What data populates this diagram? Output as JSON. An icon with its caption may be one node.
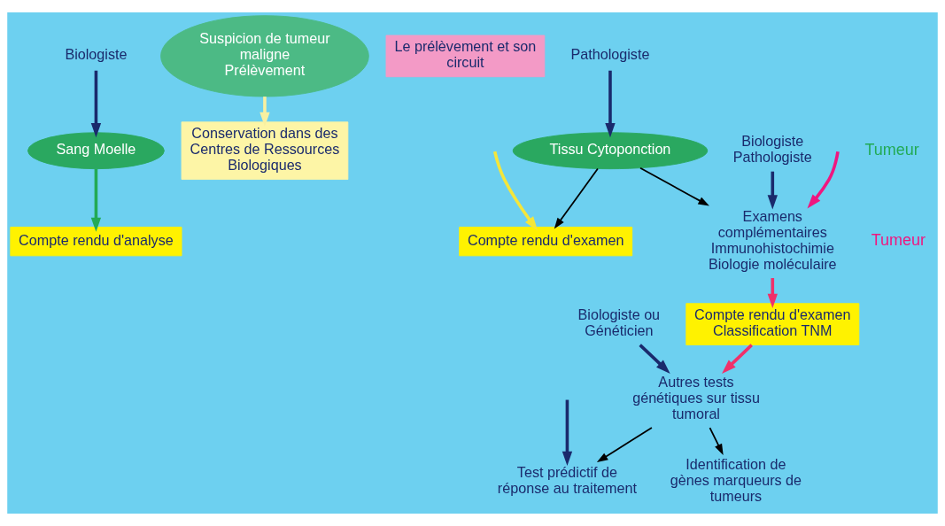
{
  "diagram": {
    "nodes": [
      {
        "text": [
          "Biologiste"
        ]
      },
      {
        "text": [
          "Sang Moelle"
        ]
      },
      {
        "text": [
          "Suspicion de tumeur maligne",
          "Prélèvement"
        ]
      },
      {
        "text": [
          "Compte rendu d'analyse"
        ]
      },
      {
        "text": [
          "Le prélèvement et son circuit"
        ]
      },
      {
        "text": [
          "Tissu Cytoponction"
        ]
      },
      {
        "text": [
          "Compte rendu d'examen"
        ]
      },
      {
        "text": [
          "Examens complémentaires Immunohistochimie Biologie moléculaire"
        ]
      },
      {
        "text": [
          "Compte rendu d'examen Classification TNM"
        ]
      },
      {
        "text": [
          "Autres tests génétiques sur tissu tumoral"
        ]
      },
      {
        "text": [
          "Identification de gènes marqueurs de tumeurs"
        ]
      },
      {
        "text": [
          "Test prédictif de réponse au traitement"
        ]
      },
      {
        "text": [
          "Conservation dans des Centres de Ressources Biologiques"
        ]
      },
      {
        "text": [
          "Pathologiste"
        ]
      },
      {
        "text": [
          "Biologiste Pathologiste"
        ]
      },
      {
        "text": [
          "Biologiste ou Généticien"
        ]
      }
    ],
    "edges": [
      {
        "from": 0,
        "to": 1,
        "arrow": "to",
        "color": "#1a2a6c"
      },
      {
        "from": 1,
        "to": 3,
        "arrow": "to",
        "color": "#22aa55"
      },
      {
        "from": null,
        "to": 6,
        "arrow": "to",
        "color": "#f5e63a"
      },
      {
        "from": 5,
        "to": 6,
        "arrow": "to",
        "color": "#000000"
      },
      {
        "from": 5,
        "to": 7,
        "arrow": "to",
        "color": "#000000"
      },
      {
        "from": null,
        "to": 7,
        "arrow": "to",
        "color": "#f0167f"
      },
      {
        "from": 2,
        "to": 12,
        "arrow": "to",
        "color": "#f8f0a0"
      },
      {
        "from": 13,
        "to": 5,
        "arrow": "to",
        "color": "#1a2a6c"
      },
      {
        "from": 14,
        "to": 7,
        "arrow": "to",
        "color": "#1a2a6c"
      },
      {
        "from": 7,
        "to": 8,
        "arrow": "to",
        "color": "#f0306a"
      },
      {
        "from": 8,
        "to": 9,
        "arrow": "to",
        "color": "#f0306a"
      },
      {
        "from": 15,
        "to": 9,
        "arrow": "to",
        "color": "#1a2a6c"
      },
      {
        "from": 9,
        "to": 10,
        "arrow": "to",
        "color": "#000000"
      },
      {
        "from": 9,
        "to": 11,
        "arrow": "to",
        "color": "#000000"
      },
      {
        "from": null,
        "to": 11,
        "arrow": "to",
        "color": "#1a2a6c"
      }
    ],
    "labels": [
      "Tumeur",
      "Tumeur"
    ]
  }
}
